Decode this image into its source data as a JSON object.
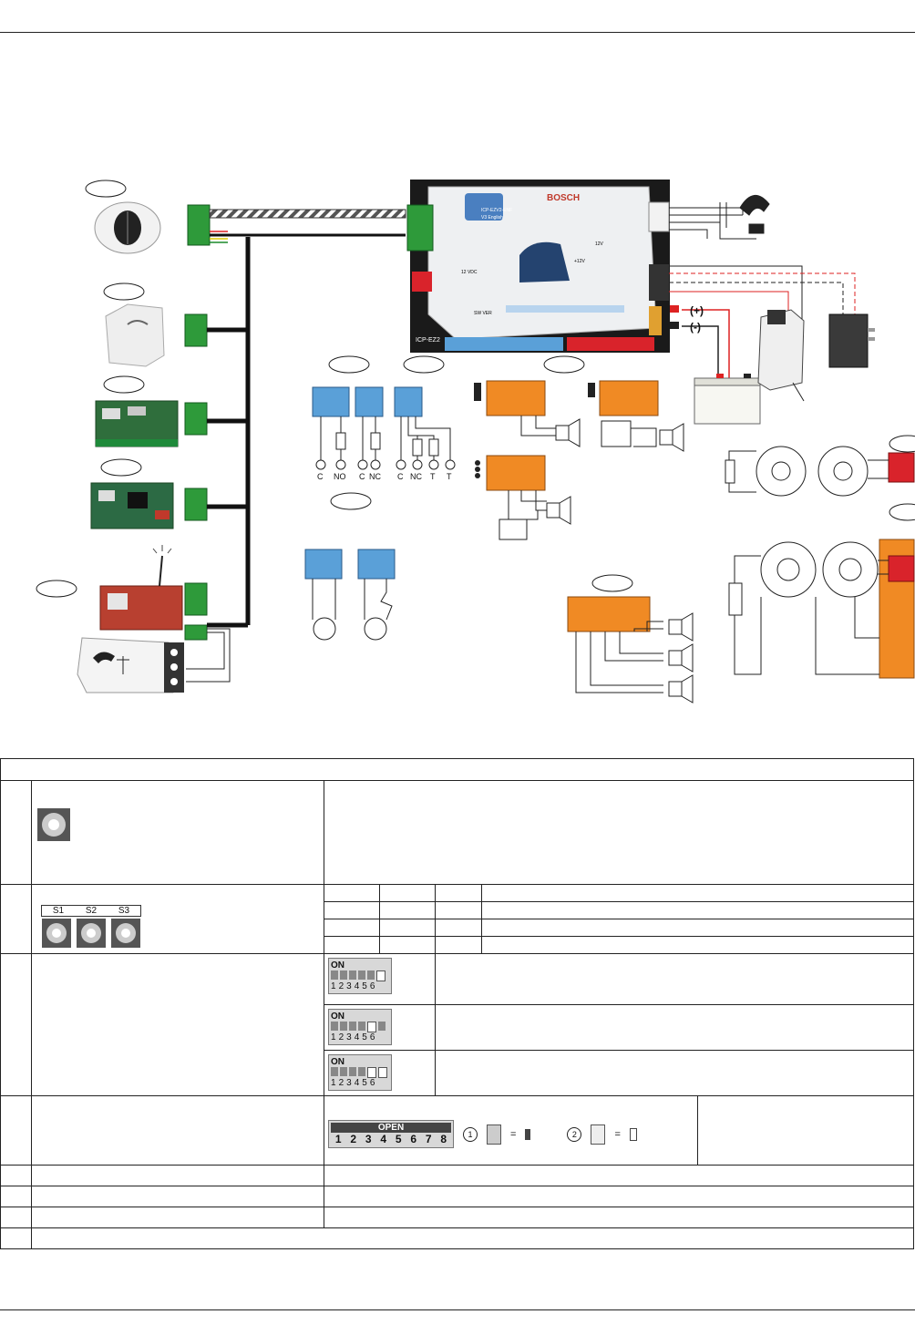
{
  "board": {
    "brand": "BOSCH",
    "model_label": "ICP-EZV2-ENF",
    "language_label": "V3 English",
    "board_label": "ICP-EZ2",
    "vdc_label": "12 VDC",
    "sw_ver_label": "SW VER",
    "plus12_label": "+12V",
    "v12_label": "12V"
  },
  "power": {
    "positive_label": "(+)",
    "negative_label": "(-)"
  },
  "terminals": {
    "relay_c": "C",
    "relay_no": "NO",
    "relay_nc": "NC",
    "terminal_t": "T"
  },
  "colors": {
    "terminal_green": "#2e9a3a",
    "terminal_blue": "#5aa0d8",
    "terminal_orange": "#f08a24",
    "terminal_red": "#d9232b",
    "board_white": "#eef0f2"
  },
  "dip_switch": {
    "on_label": "ON",
    "open_label": "OPEN",
    "numbers6": [
      "1",
      "2",
      "3",
      "4",
      "5",
      "6"
    ],
    "numbers8": [
      "1",
      "2",
      "3",
      "4",
      "5",
      "6",
      "7",
      "8"
    ],
    "callout_1": "1",
    "callout_2": "2",
    "equals": "="
  },
  "rotary": {
    "s1": "S1",
    "s2": "S2",
    "s3": "S3"
  }
}
